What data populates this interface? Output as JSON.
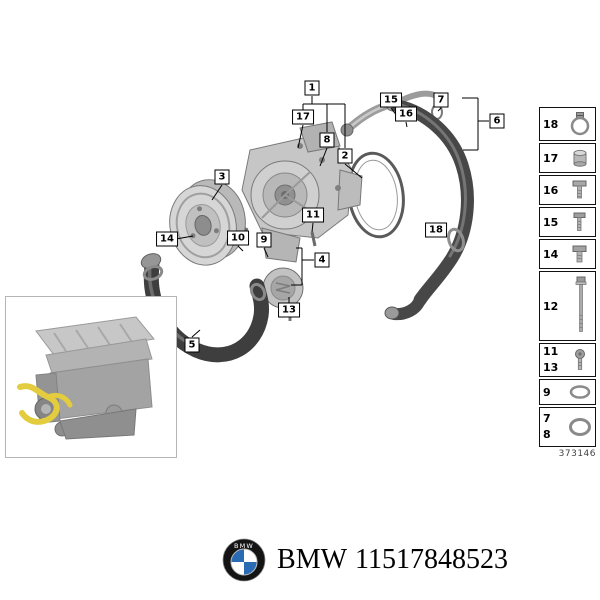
{
  "diagram": {
    "number": "373146",
    "callouts": [
      {
        "label": "1"
      },
      {
        "label": "17"
      },
      {
        "label": "8"
      },
      {
        "label": "2"
      },
      {
        "label": "15"
      },
      {
        "label": "16"
      },
      {
        "label": "7"
      },
      {
        "label": "6"
      },
      {
        "label": "3"
      },
      {
        "label": "14"
      },
      {
        "label": "10"
      },
      {
        "label": "9"
      },
      {
        "label": "11"
      },
      {
        "label": "4"
      },
      {
        "label": "13"
      },
      {
        "label": "5"
      },
      {
        "label": "18"
      }
    ]
  },
  "legend": {
    "items": [
      {
        "label": "18",
        "icon": "hose-clamp"
      },
      {
        "label": "17",
        "icon": "bushing"
      },
      {
        "label": "16",
        "icon": "hex-bolt"
      },
      {
        "label": "15",
        "icon": "machine-screw"
      },
      {
        "label": "14",
        "icon": "hex-bolt"
      },
      {
        "label": "12",
        "icon": "long-bolt"
      },
      {
        "label": "11",
        "label2": "13",
        "icon": "torx-screw"
      },
      {
        "label": "9",
        "icon": "o-ring"
      },
      {
        "label": "7",
        "label2": "8",
        "icon": "o-ring"
      }
    ]
  },
  "footer": {
    "brand": "BMW",
    "part_number": "11517848523"
  },
  "colors": {
    "bmw_blue": "#2a6cb4",
    "highlight_yellow": "#e3cc3e"
  }
}
